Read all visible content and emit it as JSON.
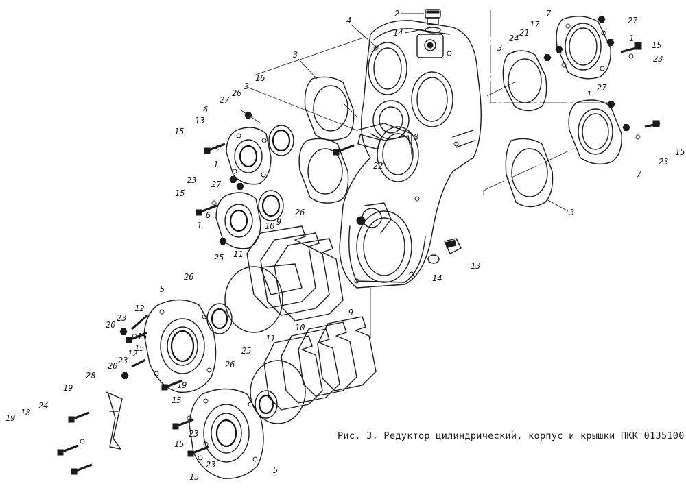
{
  "caption": "Рис. 3. Редуктор цилиндрический, корпус и крышки ПКК 0135100",
  "callouts": [
    "1",
    "2",
    "3",
    "4",
    "5",
    "6",
    "7",
    "8",
    "9",
    "10",
    "11",
    "12",
    "13",
    "14",
    "15",
    "16",
    "17",
    "18",
    "19",
    "20",
    "21",
    "22",
    "23",
    "24",
    "25",
    "26",
    "27",
    "28"
  ]
}
